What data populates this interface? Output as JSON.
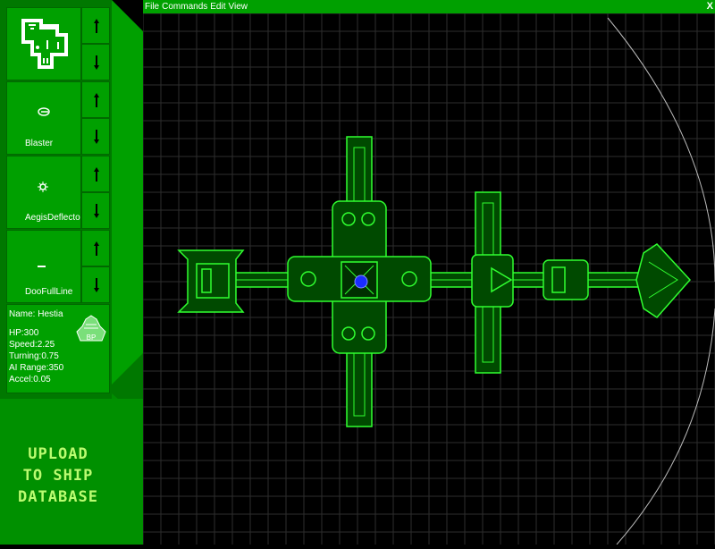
{
  "menu": {
    "items": [
      "File",
      "Commands",
      "Edit",
      "View"
    ],
    "close_label": "X"
  },
  "slots": [
    {
      "label": "",
      "icon": "room-layout-icon"
    },
    {
      "label": "Blaster",
      "icon": "blaster-icon"
    },
    {
      "label": "AegisDeflector",
      "icon": "aegis-deflector-icon"
    },
    {
      "label": "DooFullLine",
      "icon": "door-line-icon"
    }
  ],
  "stats": {
    "name": "Name: Hestia",
    "hp": "HP:300",
    "speed": "Speed:2.25",
    "turning": "Turning:0.75",
    "ai_range": "AI Range:350",
    "accel": "Accel:0.05",
    "badge": "BP"
  },
  "upload": {
    "line1": "UPLOAD",
    "line2": "TO SHIP",
    "line3": "DATABASE"
  },
  "colors": {
    "panel": "#00a000",
    "panel_dark": "#006000",
    "grid": "#2e2e2e",
    "ship_line": "#30ff30",
    "ship_fill": "#004a00",
    "core": "#1a2cff"
  }
}
